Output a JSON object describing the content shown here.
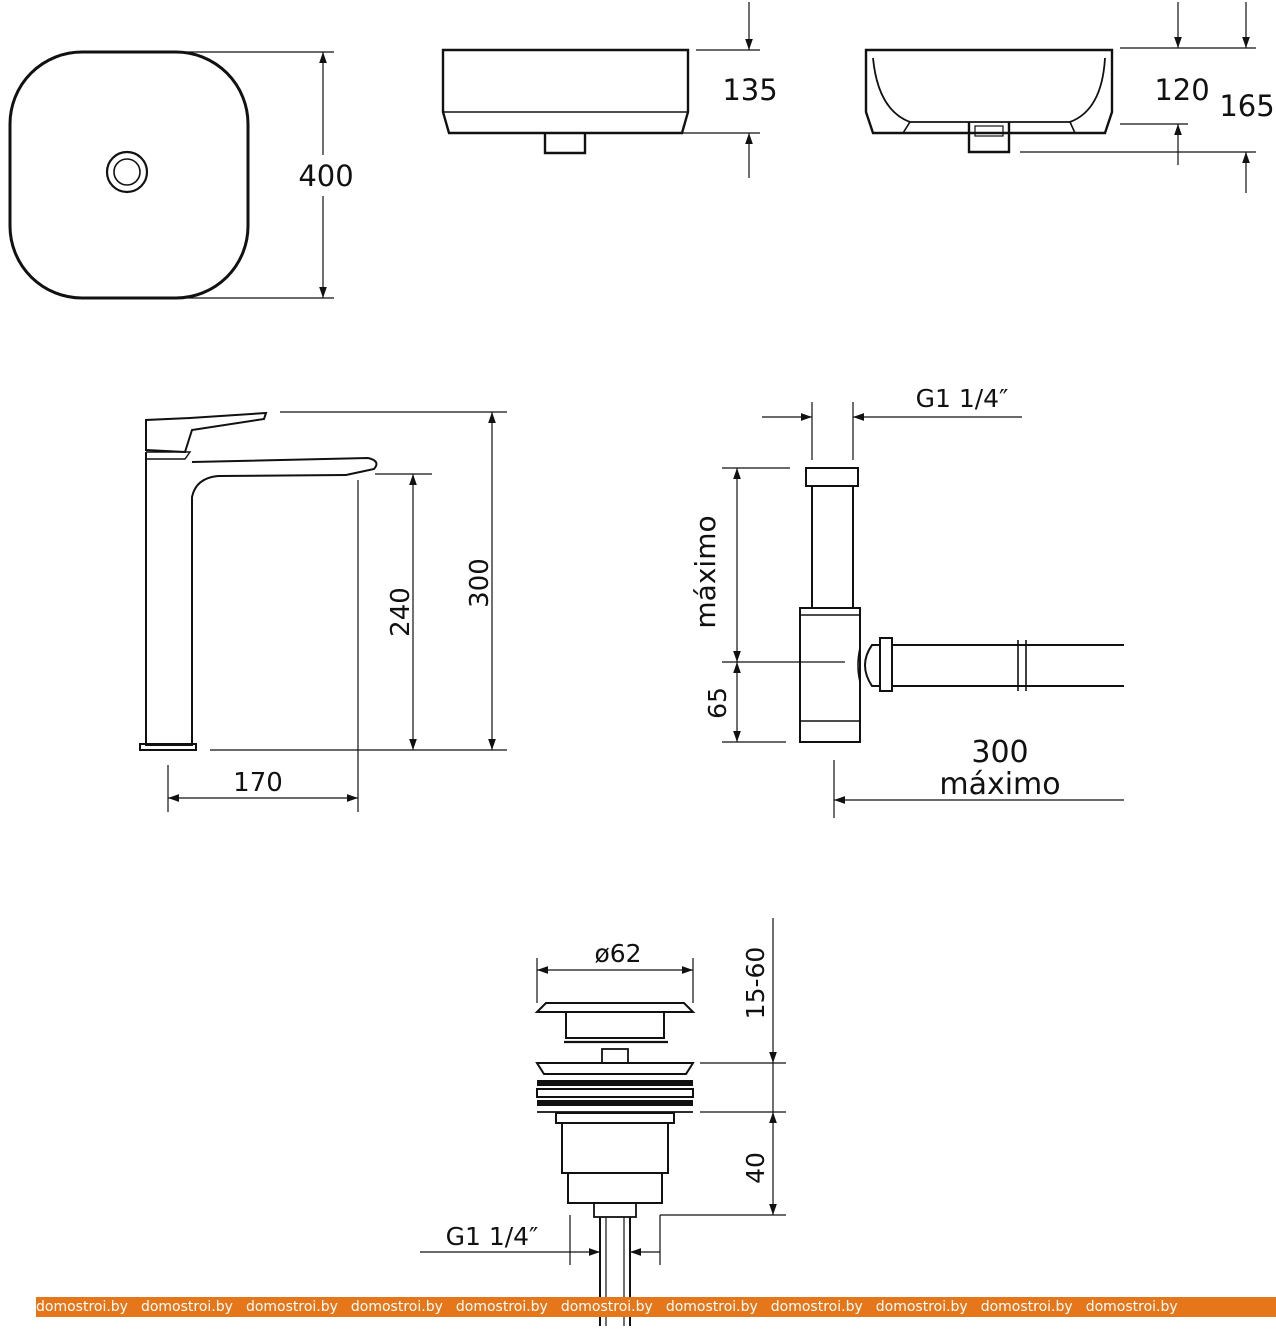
{
  "basin": {
    "width_label": "400",
    "side_height_label": "135",
    "section_inner_label": "120",
    "section_total_label": "165"
  },
  "faucet": {
    "total_height_label": "300",
    "spout_height_label": "240",
    "reach_label": "170"
  },
  "siphon": {
    "thread_label": "G1 1/4″",
    "vertical_max_label": "máximo",
    "offset_label": "65",
    "horizontal_value_label": "300",
    "horizontal_max_label": "máximo"
  },
  "drain": {
    "diameter_label": "ø62",
    "adjust_label": "15-60",
    "body_label": "40",
    "thread_label": "G1 1/4″"
  },
  "watermark": {
    "text": "domostroi.by",
    "repeat": 11,
    "color": "#e6761a"
  }
}
